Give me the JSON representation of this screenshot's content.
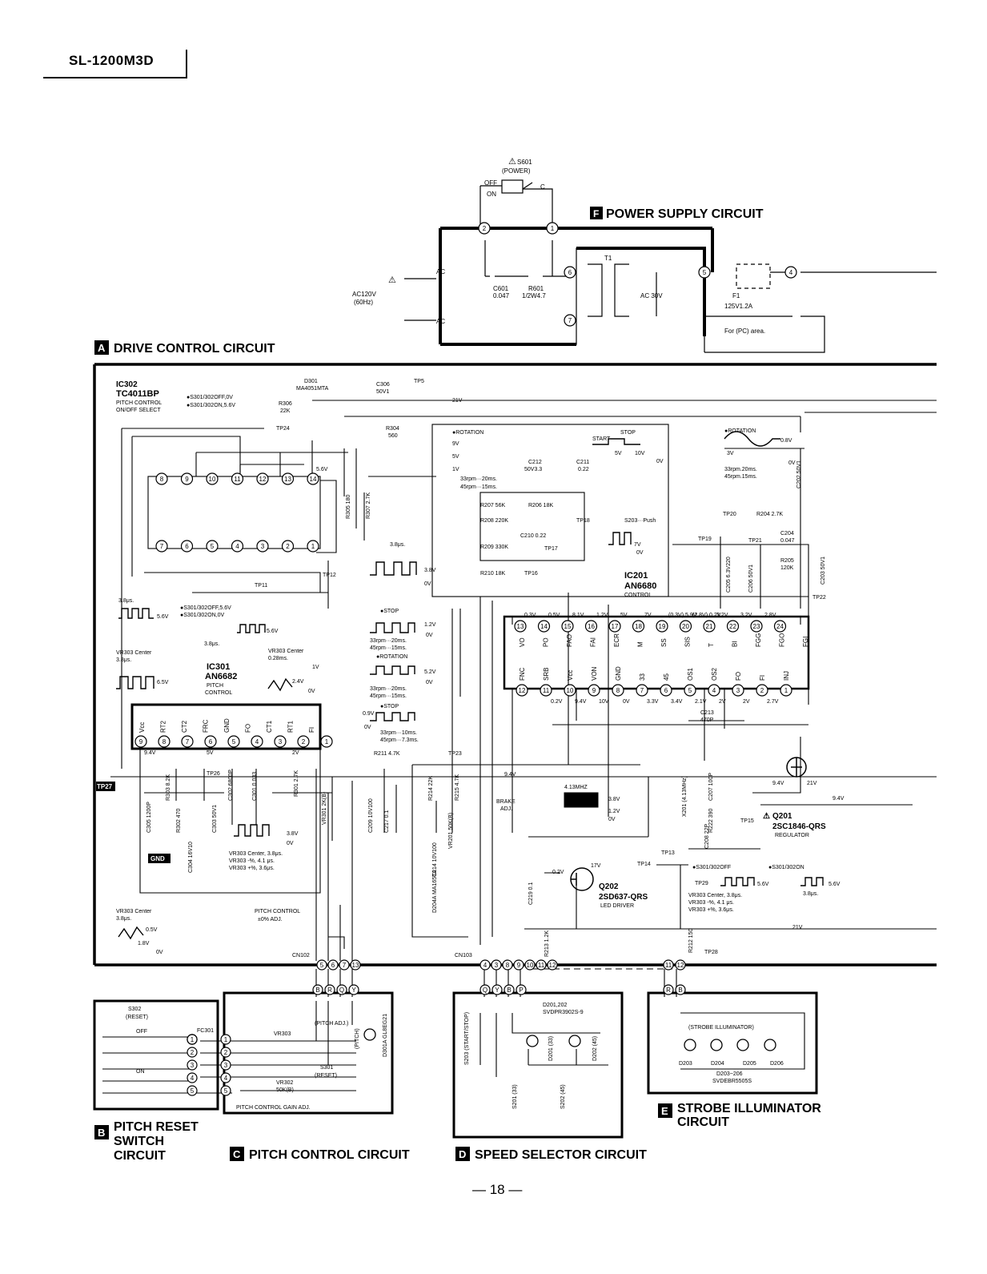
{
  "header": {
    "model": "SL-1200M3D"
  },
  "page_number": "— 18 —",
  "sections": {
    "A": {
      "letter": "A",
      "title": "DRIVE CONTROL CIRCUIT"
    },
    "B": {
      "letter": "B",
      "title_line1": "PITCH RESET",
      "title_line2": "SWITCH",
      "title_line3": "CIRCUIT"
    },
    "C": {
      "letter": "C",
      "title": "PITCH CONTROL CIRCUIT"
    },
    "D": {
      "letter": "D",
      "title": "SPEED SELECTOR CIRCUIT"
    },
    "E": {
      "letter": "E",
      "title_line1": "STROBE ILLUMINATOR",
      "title_line2": "CIRCUIT"
    },
    "F": {
      "letter": "F",
      "title": "POWER SUPPLY CIRCUIT"
    }
  },
  "power": {
    "s601": "S601",
    "s601_sub": "(POWER)",
    "off": "OFF",
    "on": "ON",
    "c": "C",
    "ac_in": "AC120V",
    "ac_hz": "(60Hz)",
    "ac_label": "AC",
    "c601": "C601",
    "c601_val": "0.047",
    "r601": "R601",
    "r601_val": "1/2W4.7",
    "t1": "T1",
    "ac30": "AC 30V",
    "f1": "F1",
    "f1_val": "125V1.2A",
    "f1_note": "For (PC) area."
  },
  "ic302": {
    "ref": "IC302",
    "part": "TC4011BP",
    "desc1": "PITCH CONTROL",
    "desc2": "ON/OFF SELECT",
    "note1": "●S301/302OFF,0V",
    "note2": "●S301/302ON,5.6V"
  },
  "ic301": {
    "ref": "IC301",
    "part": "AN6682",
    "desc1": "PITCH",
    "desc2": "CONTROL",
    "pins": [
      "Vcc",
      "RT2",
      "CT2",
      "FRC",
      "GND",
      "FO",
      "CT1",
      "RT1",
      "FI"
    ]
  },
  "ic201": {
    "ref": "IC201",
    "part": "AN6680",
    "desc": "CONTROL",
    "pins_top": [
      "VO",
      "PO",
      "FAO",
      "FAI",
      "ECR",
      "M",
      "SS",
      "SIS",
      "T",
      "BI",
      "FGG",
      "FGO",
      "FGI"
    ],
    "pins_bottom": [
      "FNC",
      "SRB",
      "Vcc",
      "VON",
      "GND",
      "33",
      "45",
      "OS1",
      "OS2",
      "FO",
      "FI",
      "INJ"
    ]
  },
  "components": {
    "d301": "D301",
    "d301_part": "MA4051MTA",
    "c306": "C306",
    "c306_val": "50V1",
    "tp5": "TP5",
    "r306": "R306",
    "r306_val": "22K",
    "tp24": "TP24",
    "r304": "R304",
    "r304_val": "560",
    "r305": "R305 180",
    "r307": "R307 2.7K",
    "v21": "21V",
    "v56": "5.6V",
    "v94": "9.4V",
    "v2": "2V",
    "v5": "5V",
    "tp11": "TP11",
    "tp12": "TP12",
    "tp26": "TP26",
    "tp27": "TP27",
    "tp23": "TP23",
    "r303": "R303 8.2K",
    "c305": "C305 1200P",
    "r302": "R302 470",
    "c303": "C303 50V1",
    "c304": "C304 16V10",
    "c302": "C302 6800P",
    "c301": "C301 0.033",
    "r301": "R301 2.7K",
    "vr301": "VR301 2K(B)",
    "gnd": "GND",
    "c212": "C212",
    "c212_val": "50V3.3",
    "c211": "C211",
    "c211_val": "0.22",
    "r207": "R207  56K",
    "r208": "R208  220K",
    "r206": "R206  18K",
    "c210": "C210  0.22",
    "r209": "R209  330K",
    "r210": "R210  18K",
    "tp16": "TP16",
    "tp17": "TP17",
    "tp18": "TP18",
    "r211": "R211  4.7K",
    "c209": "C209 10V100",
    "c217": "C217 0.1",
    "r214": "R214 22K",
    "r215": "R215 4.7K",
    "vr201": "VR201 50K(B)",
    "brake": "BRAKE",
    "adj": "ADJ.",
    "c214": "C214 10V100",
    "d204": "D204A MA165TA",
    "s203push": "S203···Push",
    "start": "START",
    "stop": "STOP",
    "tp19": "TP19",
    "tp20": "TP20",
    "tp21": "TP21",
    "tp22": "TP22",
    "r204": "R204  2.7K",
    "c204": "C204",
    "c204_val": "0.047",
    "r205": "R205",
    "r205_val": "120K",
    "c203": "C203 50V1",
    "c205": "C205 6.3V220",
    "c206": "C206 50V1",
    "c202": "C202 50V1",
    "c213": "C213",
    "c213_val": "470P",
    "x201": "X201 (4.13MHz)",
    "c207": "C207 100P",
    "r222": "R222 390",
    "c208": "C208 22P",
    "xtal": "4.13MHZ",
    "v38": "3.8V",
    "v12": "1.2V",
    "v0": "0V",
    "tp13": "TP13",
    "tp14": "TP14",
    "tp15": "TP15",
    "q201": "Q201",
    "q201_part": "2SC1846-QRS",
    "q201_desc": "REGULATOR",
    "q202": "Q202",
    "q202_part": "2SD637-QRS",
    "q202_desc": "LED DRIVER",
    "c219": "C219 0.1",
    "r213": "R213 1.2K",
    "r212": "R212 150",
    "tp28": "TP28",
    "v17": "17V",
    "v02": "0.2V",
    "cn102": "CN102",
    "cn103": "CN103",
    "pitch_ctrl": "PITCH CONTROL",
    "pitch_adj": "±0% ADJ."
  },
  "waveforms": {
    "rot": "●ROTATION",
    "stop": "●STOP",
    "v9": "9V",
    "v5": "5V",
    "v1": "1V",
    "rpm33_20": "33rpm···20ms.",
    "rpm45_15": "45rpm···15ms.",
    "us38": "3.8μs.",
    "w_a1": "3.8μs.",
    "w_a2": "5.6V",
    "w_a3": "●S301/302OFF,5.6V",
    "w_a4": "●S301/302ON,0V",
    "vr303c": "VR303 Center",
    "vr303c_us": "3.8μs.",
    "vr303c2": "VR303 Center",
    "vr303c2_ms": "0.28ms.",
    "v65": "6.5V",
    "v1v": "1V",
    "v24": "2.4V",
    "v0v": "0V",
    "rot_r": "●ROTATION",
    "rot_r_v": "0.8V",
    "rot_r_3v": "3V",
    "rot_r_0v": "0V",
    "rpm33_20b": "33rpm.20ms.",
    "rpm45_15b": "45rpm.15ms.",
    "stop_v12": "1.2V",
    "stop_5v2": "5.2V",
    "stop_09v": "0.9V",
    "rpm33_10": "33rpm···10ms.",
    "rpm45_73": "45rpm···7.3ms.",
    "vr303_cen": "VR303 Center, 3.8μs.",
    "vr303_minus": "VR303 -%,    4.1 μs.",
    "vr303_plus": "VR303 +%,    3.6μs.",
    "vr303_cen2": "VR303 Center, 3.8μs.",
    "vr303_minus2": "VR303 -%,    4.1 μs.",
    "vr303_plus2": "VR303 +%,    3.6μs.",
    "vr303b": "VR303 Center",
    "vr303b_us": "3.8μs.",
    "vr303b_05": "0.5V",
    "vr303b_18": "1.8V",
    "vr303b_0": "0V",
    "s_off": "●S301/302OFF",
    "s_on": "●S301/302ON",
    "w56": "5.6V",
    "tp29": "TP29"
  },
  "ic201_volts": [
    "0.3V",
    "0.5V",
    "8.1V",
    "1.2V",
    "5V",
    "7V",
    "(0.3V) 5.9V",
    "(2.8V) 0.2V",
    "3.2V",
    "3.2V",
    "2.8V"
  ],
  "ic201_volts_b": [
    "0.2V",
    "9.4V",
    "10V",
    "0V",
    "3.3V",
    "3.4V",
    "2.1V",
    "2V",
    "2V",
    "2.7V"
  ],
  "pitch_reset": {
    "s302": "S302",
    "reset": "(RESET)",
    "off": "OFF",
    "on": "ON",
    "fc301": "FC301"
  },
  "pitch_ctrl": {
    "vr303": "VR303",
    "pitch_adj": "(PITCH ADJ.)",
    "s301": "S301",
    "s301_r": "(RESET)",
    "vr302": "VR302",
    "vr302_v": "50K(B)",
    "gain": "PITCH CONTROL GAIN ADJ.",
    "pitch": "(PITCH)",
    "d301a": "D301A GL8EG21"
  },
  "speed_sel": {
    "leds": "D201,202",
    "led_part": "SVDPR3902S-9",
    "s203": "S203 (START/STOP)",
    "d201": "D201 (33)",
    "d202": "D202 (45)",
    "s201": "S201 (33)",
    "s202": "S202 (45)"
  },
  "strobe": {
    "label": "(STROBE ILLUMINATOR)",
    "d203": "D203",
    "d204": "D204",
    "d205": "D205",
    "d206": "D206",
    "parts": "D203~206",
    "part_no": "SVDEBR5505S"
  },
  "pins_top": [
    "Q",
    "Y",
    "B",
    "R",
    "P"
  ],
  "pins_a": [
    "9",
    "8",
    "7",
    "6",
    "5",
    "4",
    "3",
    "2",
    "1"
  ],
  "pins_ic302_top": [
    "8",
    "9",
    "10",
    "11",
    "12",
    "13",
    "14"
  ],
  "pins_ic302_bot": [
    "7",
    "6",
    "5",
    "4",
    "3",
    "2",
    "1"
  ],
  "pins_ic201_top": [
    "13",
    "14",
    "15",
    "16",
    "17",
    "18",
    "19",
    "20",
    "21",
    "22",
    "23",
    "24"
  ],
  "pins_ic201_bot": [
    "12",
    "11",
    "10",
    "9",
    "8",
    "7",
    "6",
    "5",
    "4",
    "3",
    "2",
    "1"
  ],
  "pins_cn102": [
    "5",
    "6",
    "7",
    "13"
  ],
  "pins_cn103": [
    "4",
    "3",
    "8",
    "9",
    "10",
    "11",
    "12"
  ],
  "pins_pr": [
    "1",
    "2",
    "3",
    "4",
    "5"
  ],
  "pins_pc_top": [
    "B",
    "R",
    "Q",
    "Y"
  ],
  "pins_ss_top": [
    "Q",
    "Y",
    "B",
    "P"
  ],
  "pins_str_top": [
    "R",
    "B"
  ],
  "power_nodes": [
    "2",
    "1",
    "6",
    "5",
    "4",
    "7"
  ],
  "symbols": {
    "warn": "⚠"
  }
}
